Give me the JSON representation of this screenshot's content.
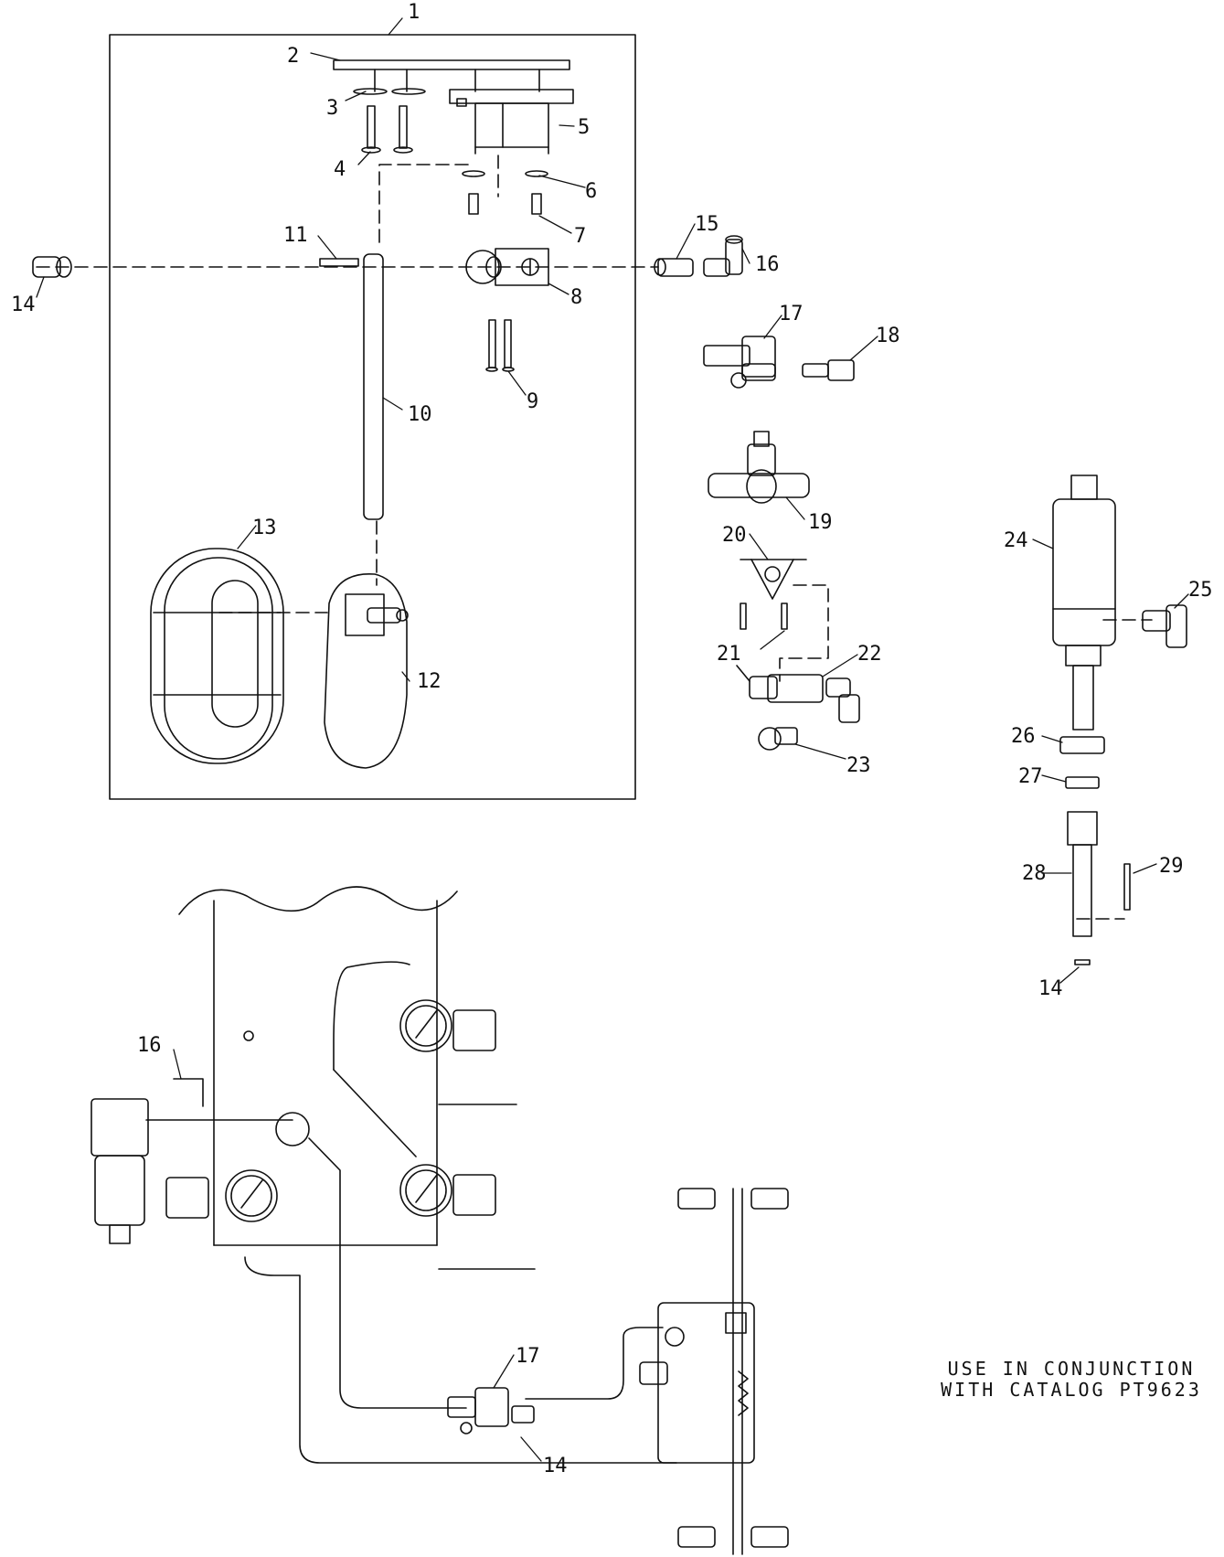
{
  "callouts": [
    "1",
    "2",
    "3",
    "4",
    "5",
    "6",
    "7",
    "8",
    "9",
    "10",
    "11",
    "12",
    "13",
    "14",
    "15",
    "16",
    "17",
    "18",
    "19",
    "20",
    "21",
    "22",
    "23",
    "24",
    "25",
    "26",
    "27",
    "28",
    "29",
    "14",
    "16",
    "17",
    "14"
  ],
  "note": {
    "line1": "USE IN CONJUNCTION",
    "line2": "WITH CATALOG PT9623"
  }
}
